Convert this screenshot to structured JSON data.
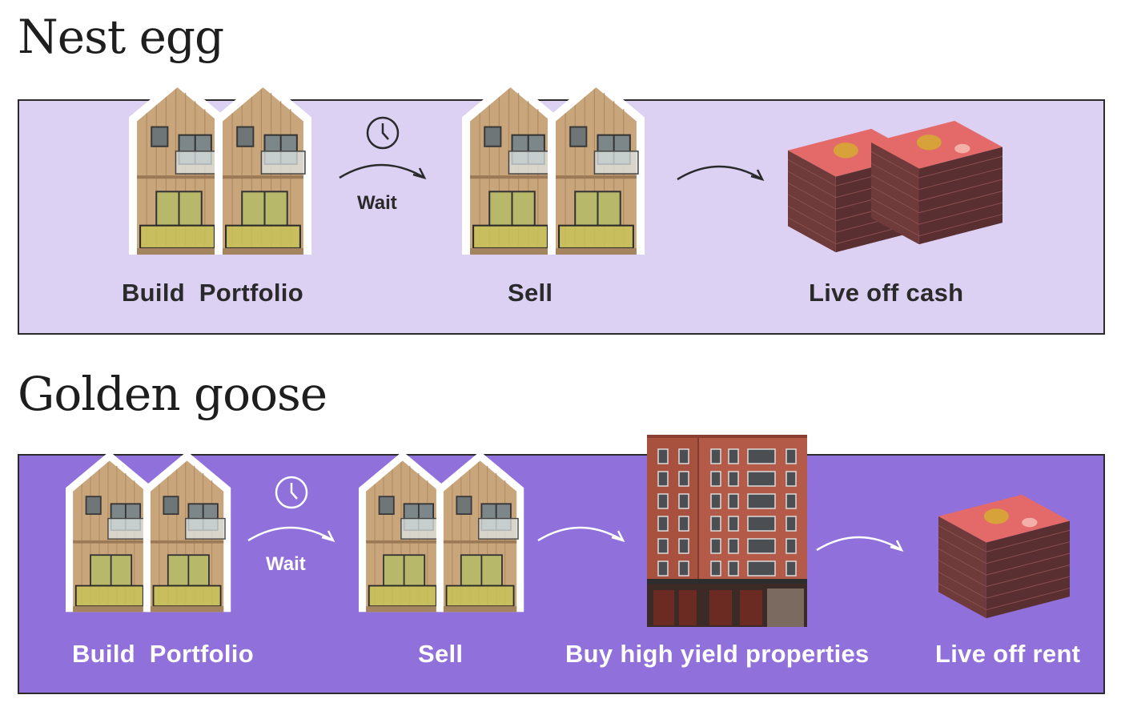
{
  "sections": [
    {
      "title": "Nest egg",
      "steps": [
        "Build  Portfolio",
        "Sell",
        "Live off cash"
      ],
      "wait_label": "Wait"
    },
    {
      "title": "Golden goose",
      "steps": [
        "Build  Portfolio",
        "Sell",
        "Buy high yield properties",
        "Live off rent"
      ],
      "wait_label": "Wait"
    }
  ],
  "colors": {
    "nest_egg_panel": "#dcd0f3",
    "golden_goose_panel": "#9070da",
    "wood": "#c9a57c",
    "brick": "#b35a48",
    "cash": "#d95e5e"
  },
  "icons": [
    "house-icon",
    "clock-icon",
    "arrow-icon",
    "cash-stack-icon",
    "apartment-building-icon"
  ]
}
